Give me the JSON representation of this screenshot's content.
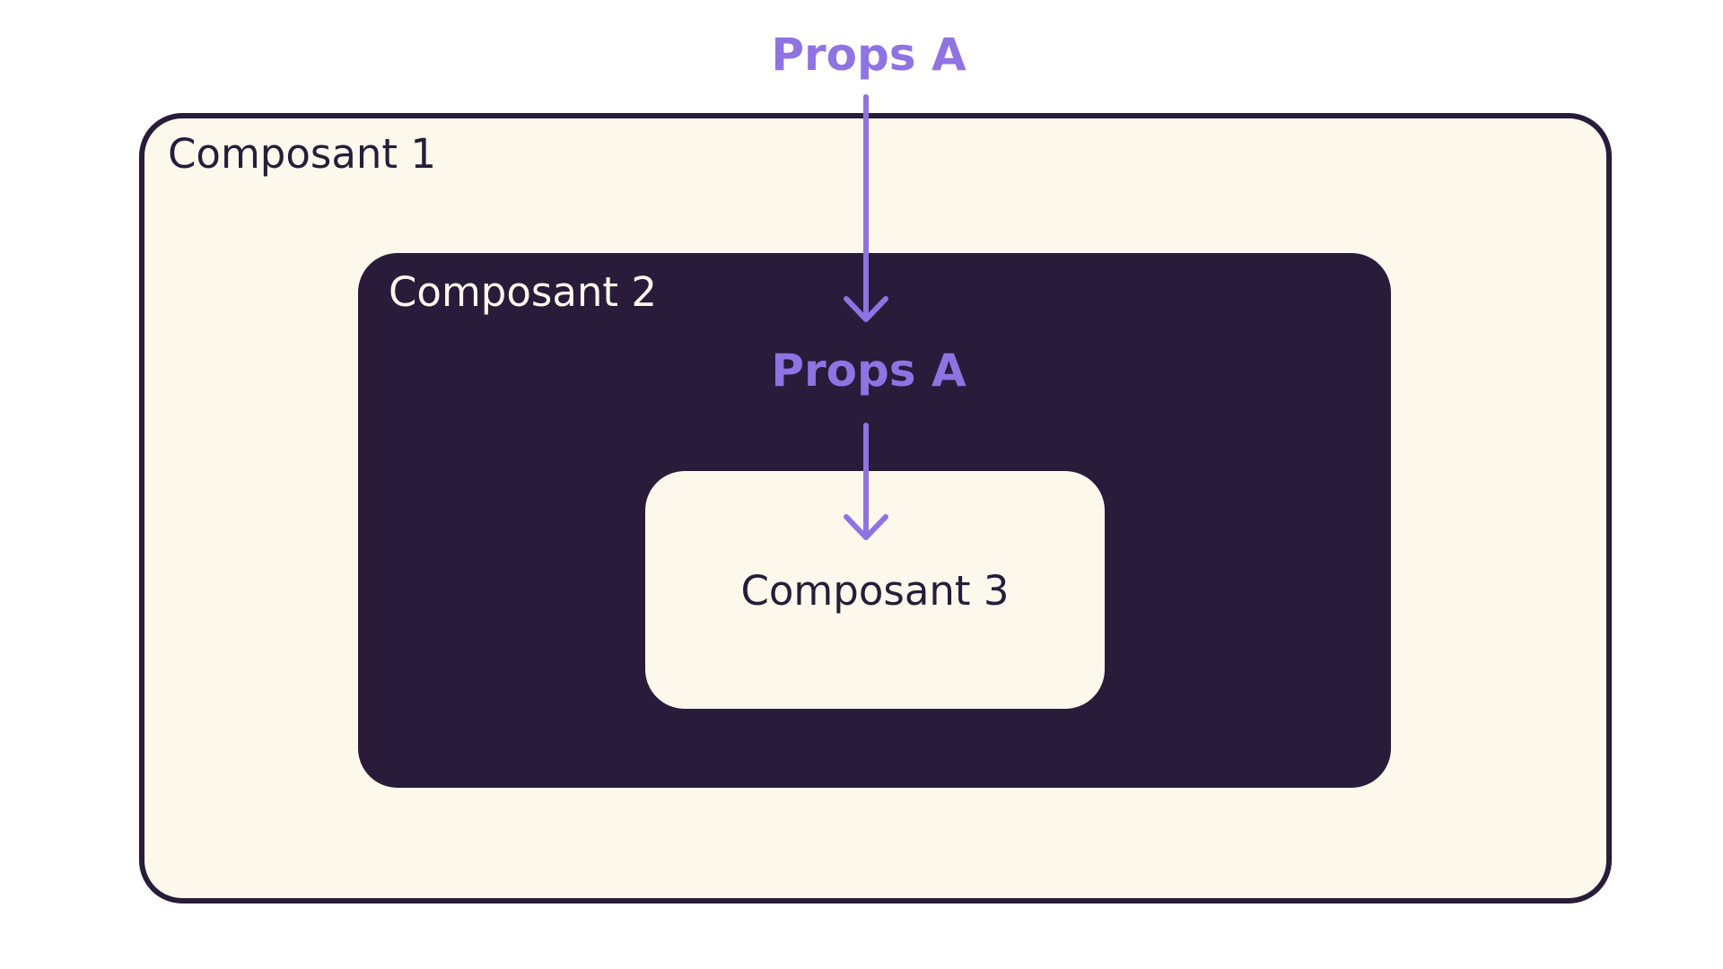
{
  "colors": {
    "dark": "#281c3a",
    "cream": "#fdf8ec",
    "accent": "#8f73e3",
    "light_text": "#fdf8ec",
    "dark_text": "#281c3a"
  },
  "components": {
    "outer": {
      "label": "Composant 1"
    },
    "middle": {
      "label": "Composant 2"
    },
    "inner": {
      "label": "Composant 3"
    }
  },
  "props": {
    "top_label": "Props A",
    "middle_label": "Props A"
  }
}
